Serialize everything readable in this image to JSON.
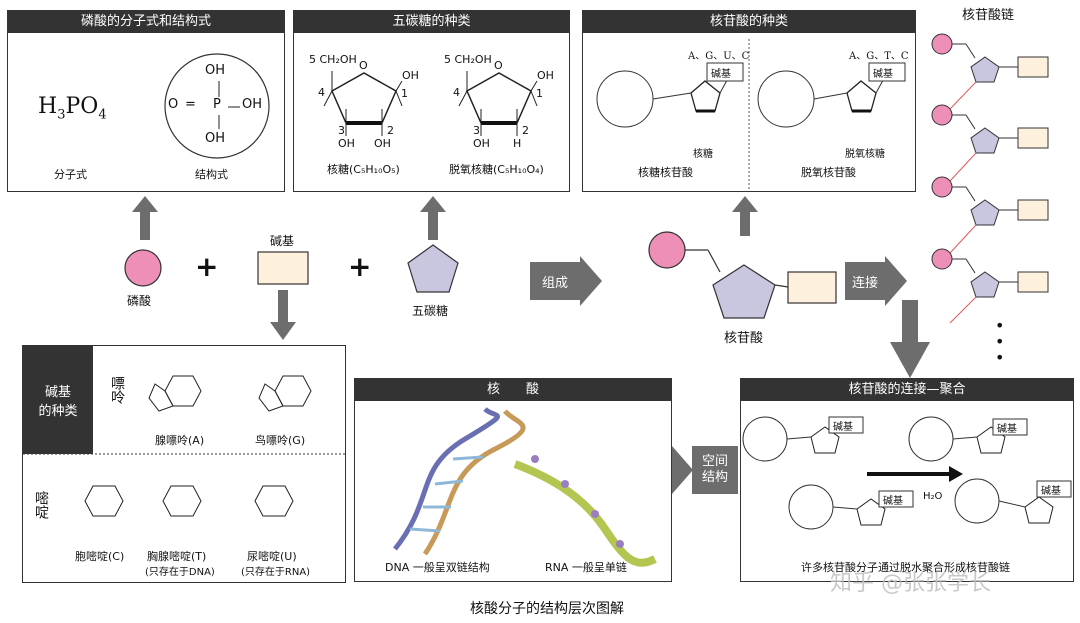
{
  "panels": {
    "phosphate": {
      "title": "磷酸的分子式和结构式",
      "formula_h": "H",
      "formula_3": "3",
      "formula_po": "PO",
      "formula_4": "4",
      "label_molecular": "分子式",
      "label_structural": "结构式",
      "oh_top": "OH",
      "o_left": "O",
      "eq": "=",
      "p": "P",
      "oh_right": "OH",
      "oh_bottom": "OH"
    },
    "pentose": {
      "title": "五碳糖的种类",
      "ribose_label": "核糖(C₅H₁₀O₅)",
      "deoxy_label": "脱氧核糖(C₅H₁₀O₄)",
      "ch2oh": "5 CH₂OH",
      "o": "O",
      "oh": "OH",
      "h": "H",
      "n1": "1",
      "n2": "2",
      "n3": "3",
      "n4": "4"
    },
    "nucleotide_types": {
      "title": "核苷酸的种类",
      "bases_rna": "A、G、U、C",
      "bases_dna": "A、G、T、C",
      "base_box": "碱基",
      "ribose_small": "核糖",
      "deoxy_small": "脱氧核糖",
      "ribonucleotide": "核糖核苷酸",
      "deoxyribonucleotide": "脱氧核苷酸"
    },
    "chain": {
      "title": "核苷酸链",
      "ellipsis": "•\n•\n•"
    },
    "bases": {
      "title_line1": "碱基",
      "title_line2": "的种类",
      "purine": "嘌呤",
      "pyrimidine": "嘧啶",
      "adenine": "腺嘌呤(A)",
      "guanine": "鸟嘌呤(G)",
      "cytosine": "胞嘧啶(C)",
      "thymine": "胸腺嘧啶(T)",
      "thymine_note": "(只存在于DNA)",
      "uracil": "尿嘧啶(U)",
      "uracil_note": "(只存在于RNA)"
    },
    "nucleic": {
      "title": "核　　酸",
      "dna": "DNA 一般呈双链结构",
      "rna": "RNA 一般呈单链"
    },
    "polymer": {
      "title": "核苷酸的连接—聚合",
      "caption": "许多核苷酸分子通过脱水聚合形成核苷酸链",
      "water": "H₂O",
      "base_box": "碱基"
    }
  },
  "middle": {
    "phosphate": "磷酸",
    "base": "碱基",
    "pentose": "五碳糖",
    "plus": "+",
    "compose": "组成",
    "nucleotide": "核苷酸",
    "connect": "连接",
    "spatial": "空间\n结构"
  },
  "footer": {
    "title": "核酸分子的结构层次图解",
    "watermark": "知乎 @张张学长"
  },
  "colors": {
    "pink": "#ee8fb8",
    "violet": "#c9c6e0",
    "cream": "#fdf0dc",
    "dark": "#333333",
    "arrow": "#6d6d6d"
  }
}
